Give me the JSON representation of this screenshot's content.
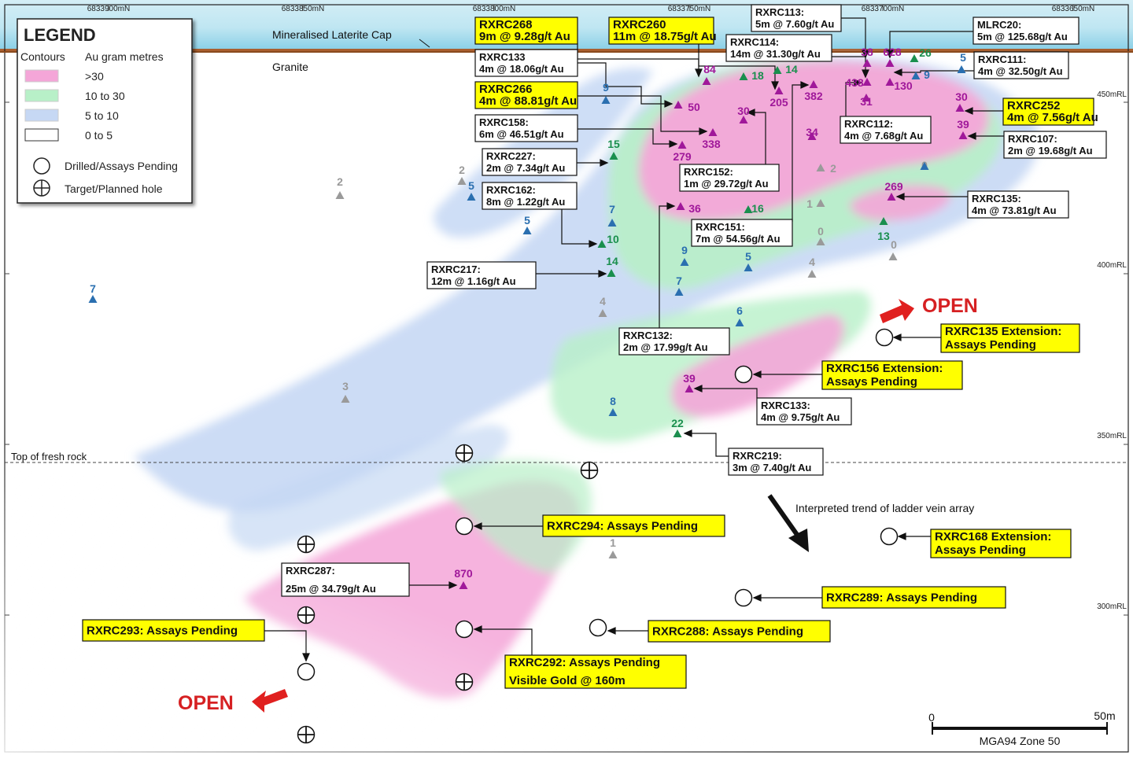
{
  "easting_labels": [
    "6833900mN",
    "6833850mN",
    "6833800mN",
    "6833750mN",
    "6833700mN",
    "6833650mN"
  ],
  "rl_labels": [
    "450mRL",
    "400mRL",
    "350mRL",
    "300mRL"
  ],
  "surface": {
    "laterite_label": "Mineralised Laterite Cap",
    "granite_label": "Granite",
    "fresh_rock_label": "Top of fresh rock"
  },
  "legend": {
    "title": "LEGEND",
    "contours_label": "Contours",
    "gram_metres_label": "Au gram metres",
    "classes": [
      {
        "label": ">30",
        "color": "#f4a6d8"
      },
      {
        "label": "10 to 30",
        "color": "#b8f0c8"
      },
      {
        "label": "5 to 10",
        "color": "#c6d8f4"
      },
      {
        "label": "0 to 5",
        "color": "#ffffff"
      }
    ],
    "drilled_label": "Drilled/Assays Pending",
    "target_label": "Target/Planned hole"
  },
  "class_colors": {
    "p": "#a0189a",
    "g": "#1a8f4e",
    "b": "#2a6fb0",
    "x": "#9a9a9a"
  },
  "callouts": [
    {
      "hole": "RXRC268",
      "result": "9m @ 9.28g/t Au",
      "yellow": true
    },
    {
      "hole": "RXRC260",
      "result": "11m @ 18.75g/t Au",
      "yellow": true
    },
    {
      "hole": "RXRC113:",
      "result": "5m @ 7.60g/t Au",
      "yellow": false
    },
    {
      "hole": "MLRC20:",
      "result": "5m @ 125.68g/t Au",
      "yellow": false
    },
    {
      "hole": "RXRC114:",
      "result": "14m @ 31.30g/t Au",
      "yellow": false
    },
    {
      "hole": "RXRC133",
      "result": "4m @ 18.06g/t Au",
      "yellow": false
    },
    {
      "hole": "RXRC111:",
      "result": "4m @ 32.50g/t Au",
      "yellow": false
    },
    {
      "hole": "RXRC266",
      "result": "4m @ 88.81g/t Au",
      "yellow": true
    },
    {
      "hole": "RXRC252",
      "result": "4m @ 7.56g/t Au",
      "yellow": true
    },
    {
      "hole": "RXRC158:",
      "result": "6m @ 46.51g/t Au",
      "yellow": false
    },
    {
      "hole": "RXRC112:",
      "result": "4m @ 7.68g/t Au",
      "yellow": false
    },
    {
      "hole": "RXRC107:",
      "result": "2m @ 19.68g/t Au",
      "yellow": false
    },
    {
      "hole": "RXRC227:",
      "result": "2m @ 7.34g/t Au",
      "yellow": false
    },
    {
      "hole": "RXRC152:",
      "result": "1m @ 29.72g/t Au",
      "yellow": false
    },
    {
      "hole": "RXRC162:",
      "result": "8m @ 1.22g/t Au",
      "yellow": false
    },
    {
      "hole": "RXRC135:",
      "result": "4m @ 73.81g/t Au",
      "yellow": false
    },
    {
      "hole": "RXRC151:",
      "result": "7m @ 54.56g/t Au",
      "yellow": false
    },
    {
      "hole": "RXRC217:",
      "result": "12m @ 1.16g/t Au",
      "yellow": false
    },
    {
      "hole": "RXRC132:",
      "result": "2m @ 17.99g/t Au",
      "yellow": false
    },
    {
      "hole": "RXRC135 Extension:",
      "result": "Assays Pending",
      "yellow": true
    },
    {
      "hole": "RXRC156 Extension:",
      "result": "Assays Pending",
      "yellow": true
    },
    {
      "hole": "RXRC133:",
      "result": "4m @ 9.75g/t Au",
      "yellow": false
    },
    {
      "hole": "RXRC219:",
      "result": "3m @ 7.40g/t Au",
      "yellow": false
    },
    {
      "hole": "RXRC168 Extension:",
      "result": "Assays Pending",
      "yellow": true
    },
    {
      "hole": "RXRC287:",
      "result": "25m @ 34.79g/t Au",
      "yellow": false
    },
    {
      "hole": "RXRC292: Assays Pending",
      "result": "Visible Gold @ 160m",
      "yellow": true
    },
    {
      "hole": "RXRC294: Assays Pending",
      "result": "",
      "yellow": true
    },
    {
      "hole": "RXRC289: Assays Pending",
      "result": "",
      "yellow": true
    },
    {
      "hole": "RXRC288: Assays Pending",
      "result": "",
      "yellow": true
    },
    {
      "hole": "RXRC293: Assays Pending",
      "result": "",
      "yellow": true
    }
  ],
  "intercepts": [
    {
      "value": "38",
      "cls": "p"
    },
    {
      "value": "628",
      "cls": "p"
    },
    {
      "value": "26",
      "cls": "g"
    },
    {
      "value": "438",
      "cls": "p"
    },
    {
      "value": "130",
      "cls": "p"
    },
    {
      "value": "31",
      "cls": "p"
    },
    {
      "value": "9",
      "cls": "b"
    },
    {
      "value": "5",
      "cls": "b"
    },
    {
      "value": "18",
      "cls": "g"
    },
    {
      "value": "14",
      "cls": "g"
    },
    {
      "value": "84",
      "cls": "p"
    },
    {
      "value": "205",
      "cls": "p"
    },
    {
      "value": "382",
      "cls": "p"
    },
    {
      "value": "50",
      "cls": "p"
    },
    {
      "value": "9",
      "cls": "b"
    },
    {
      "value": "30",
      "cls": "p"
    },
    {
      "value": "30",
      "cls": "p"
    },
    {
      "value": "39",
      "cls": "p"
    },
    {
      "value": "338",
      "cls": "p"
    },
    {
      "value": "34",
      "cls": "p"
    },
    {
      "value": "279",
      "cls": "p"
    },
    {
      "value": "15",
      "cls": "g"
    },
    {
      "value": "2",
      "cls": "x"
    },
    {
      "value": "0",
      "cls": "x"
    },
    {
      "value": "2",
      "cls": "x"
    },
    {
      "value": "5",
      "cls": "b"
    },
    {
      "value": "2",
      "cls": "x"
    },
    {
      "value": "269",
      "cls": "p"
    },
    {
      "value": "1",
      "cls": "x"
    },
    {
      "value": "36",
      "cls": "p"
    },
    {
      "value": "16",
      "cls": "g"
    },
    {
      "value": "7",
      "cls": "b"
    },
    {
      "value": "5",
      "cls": "b"
    },
    {
      "value": "0",
      "cls": "x"
    },
    {
      "value": "13",
      "cls": "g"
    },
    {
      "value": "10",
      "cls": "g"
    },
    {
      "value": "0",
      "cls": "x"
    },
    {
      "value": "9",
      "cls": "b"
    },
    {
      "value": "5",
      "cls": "b"
    },
    {
      "value": "14",
      "cls": "g"
    },
    {
      "value": "4",
      "cls": "x"
    },
    {
      "value": "7",
      "cls": "b"
    },
    {
      "value": "7",
      "cls": "b"
    },
    {
      "value": "4",
      "cls": "x"
    },
    {
      "value": "6",
      "cls": "b"
    },
    {
      "value": "39",
      "cls": "p"
    },
    {
      "value": "3",
      "cls": "x"
    },
    {
      "value": "8",
      "cls": "b"
    },
    {
      "value": "22",
      "cls": "g"
    },
    {
      "value": "1",
      "cls": "x"
    },
    {
      "value": "870",
      "cls": "p"
    },
    {
      "value": "",
      "cls": "b"
    }
  ],
  "open_labels": [
    "OPEN",
    "OPEN"
  ],
  "trend_label": "Interpreted trend of ladder vein array",
  "scale": {
    "start": "0",
    "end": "50m",
    "zone": "MGA94 Zone 50"
  }
}
